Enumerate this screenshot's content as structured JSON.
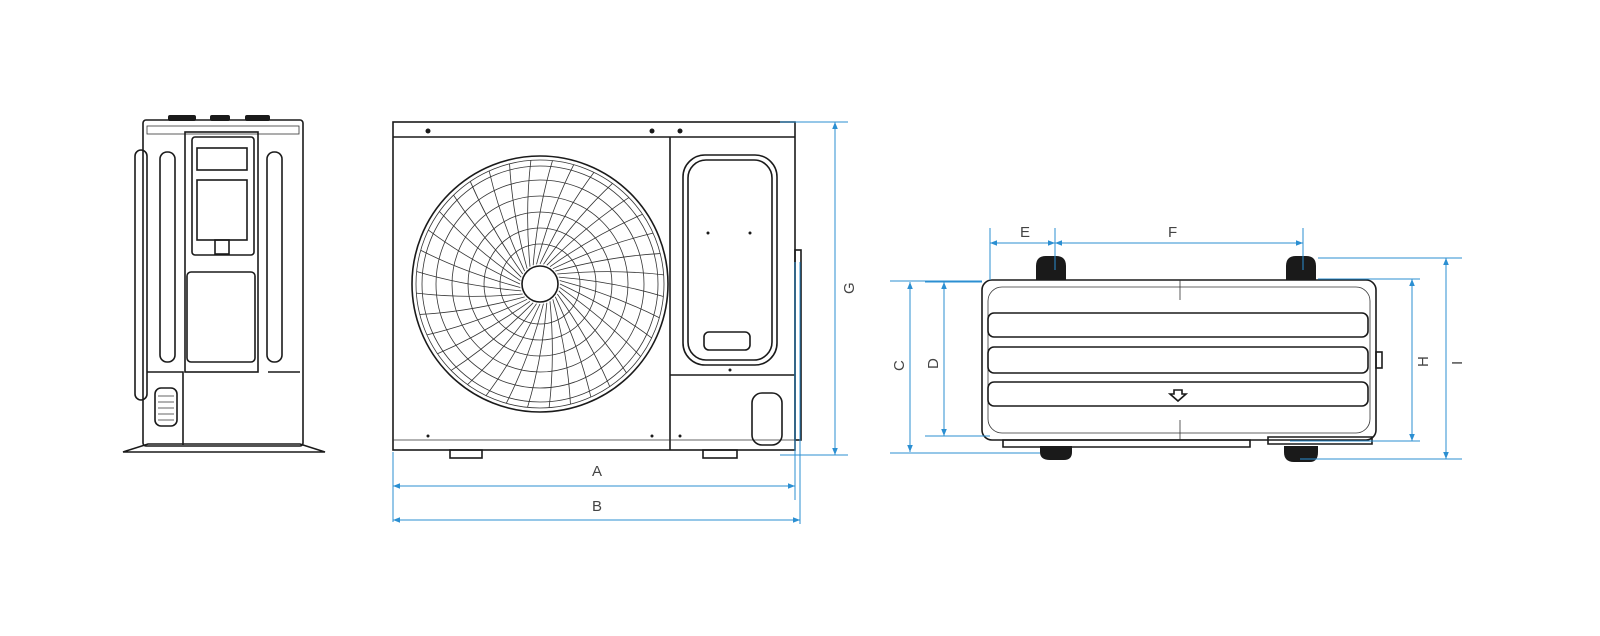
{
  "dimensions": {
    "A": "A",
    "B": "B",
    "C": "C",
    "D": "D",
    "E": "E",
    "F": "F",
    "G": "G",
    "H": "H",
    "I": "I"
  },
  "colors": {
    "dimension_line": "#2b8fd2",
    "outline": "#1a1a1a"
  }
}
